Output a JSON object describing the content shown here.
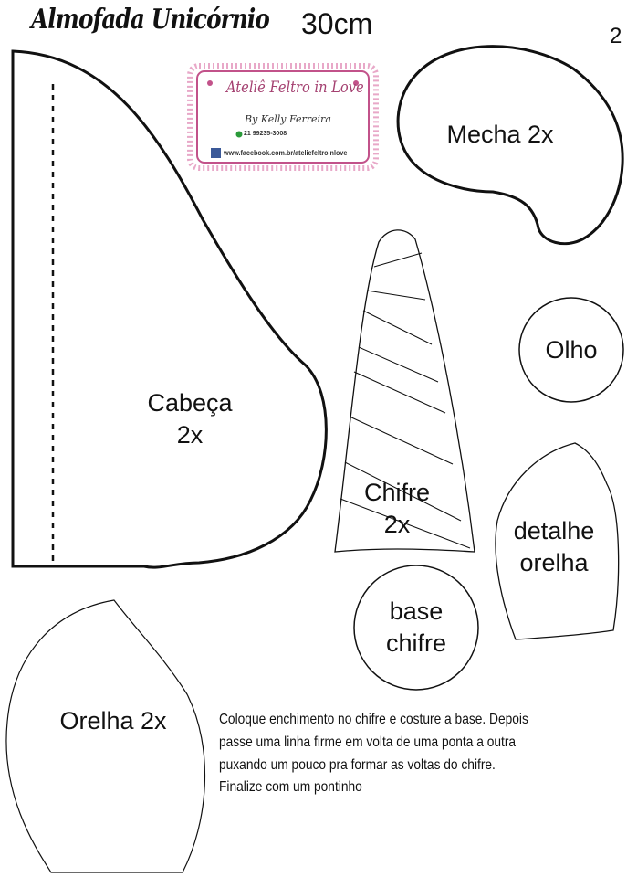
{
  "header": {
    "title": "Almofada Unicórnio",
    "size": "30cm",
    "page_number": "2"
  },
  "logo": {
    "name": "Ateliê Feltro in Love",
    "author": "By Kelly Ferreira",
    "phone": "21 99235-3008",
    "facebook": "www.facebook.com.br/ateliefeltroinlove",
    "accent_color": "#c2528a",
    "frame_color": "#e8a8c8"
  },
  "pieces": {
    "cabeca": {
      "name": "Cabeça",
      "count": "2x"
    },
    "mecha": {
      "label": "Mecha 2x"
    },
    "olho": {
      "label": "Olho"
    },
    "chifre": {
      "name": "Chifre",
      "count": "2x"
    },
    "detalhe_orelha": {
      "line1": "detalhe",
      "line2": "orelha"
    },
    "base_chifre": {
      "line1": "base",
      "line2": "chifre"
    },
    "orelha": {
      "label": "Orelha 2x"
    }
  },
  "instructions": [
    "Coloque enchimento no chifre e costure a base. Depois",
    "passe uma linha firme em volta de uma ponta a outra",
    "puxando um pouco pra formar as voltas do chifre.",
    "Finalize com um pontinho"
  ]
}
